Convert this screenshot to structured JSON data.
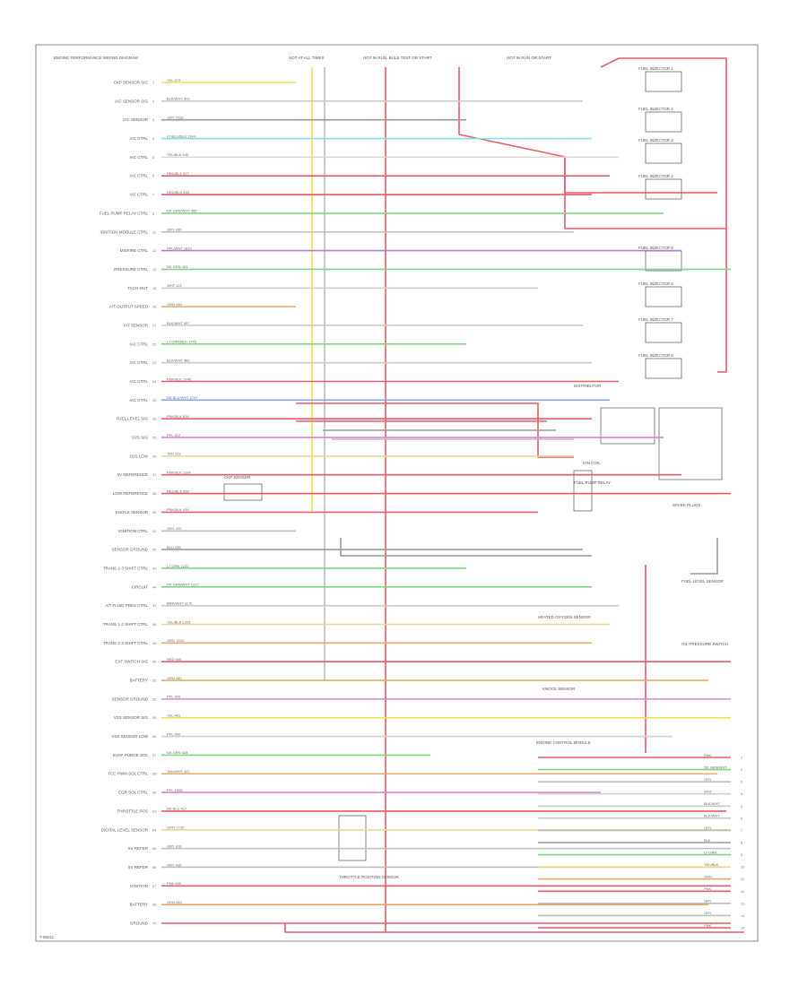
{
  "header_note": "ENGINE PERFORMANCE WIRING DIAGRAM",
  "footer_code": "T-86011",
  "ecm_pins": [
    {
      "pin": "1",
      "label": "CKP SENSOR SIG",
      "wire": "YEL 573",
      "color": "#f2e24a"
    },
    {
      "pin": "2",
      "label": "IAC SENSOR SIG",
      "wire": "BLK/WHT 409",
      "color": "#c9c9c9"
    },
    {
      "pin": "3",
      "label": "IAC SENSOR",
      "wire": "GRY 7220",
      "color": "#9a9a9a"
    },
    {
      "pin": "4",
      "label": "IAC CTRL",
      "wire": "LT BLU/BLU 1144",
      "color": "#7fe0ea"
    },
    {
      "pin": "5",
      "label": "IAC CTRL",
      "wire": "YEL/BLK 443",
      "color": "#d8d8d8"
    },
    {
      "pin": "6",
      "label": "IAC CTRL",
      "wire": "RED/BLK 877",
      "color": "#e85a6a"
    },
    {
      "pin": "7",
      "label": "IAC CTRL",
      "wire": "RED/BLK 443",
      "color": "#e85a6a"
    },
    {
      "pin": "8",
      "label": "FUEL PUMP RELAY CTRL",
      "wire": "DK GRN/WHT 465",
      "color": "#7fd67f"
    },
    {
      "pin": "11",
      "label": "IGNITION MODULE CTRL",
      "wire": "GRY 430",
      "color": "#bdbdbd"
    },
    {
      "pin": "12",
      "label": "MISFIRE CTRL",
      "wire": "PPL/WHT 1810",
      "color": "#b07fd0"
    },
    {
      "pin": "13",
      "label": "PRESSURE CTRL",
      "wire": "DK GRN 424",
      "color": "#7fd67f"
    },
    {
      "pin": "15",
      "label": "TACH OUT",
      "wire": "WHT 121",
      "color": "#cfcfcf"
    },
    {
      "pin": "16",
      "label": "A/T OUTPUT SPEED",
      "wire": "ORN 440",
      "color": "#e8a86a"
    },
    {
      "pin": "21",
      "label": "IAT SENSOR",
      "wire": "BLK/WHT 407",
      "color": "#c9c9c9"
    },
    {
      "pin": "22",
      "label": "IAC CTRL",
      "wire": "LT GRN/BLK 1745",
      "color": "#7fd67f"
    },
    {
      "pin": "23",
      "label": "IAC CTRL",
      "wire": "BLK/WHT 466",
      "color": "#c9c9c9"
    },
    {
      "pin": "24",
      "label": "IAC CTRL",
      "wire": "PNK/BLK 1746",
      "color": "#e85a6a"
    },
    {
      "pin": "25",
      "label": "IAC CTRL",
      "wire": "DK BLU/WHT 1747",
      "color": "#7fa8e8"
    },
    {
      "pin": "28",
      "label": "FUEL LEVEL SIG",
      "wire": "PNK/BLK 639",
      "color": "#e85a6a"
    },
    {
      "pin": "33",
      "label": "O2S SIG",
      "wire": "PPL 412",
      "color": "#e07fe0"
    },
    {
      "pin": "34",
      "label": "O2S LOW",
      "wire": "TAN 413",
      "color": "#e8d890"
    },
    {
      "pin": "37",
      "label": "5V REFERENCE",
      "wire": "PNK/BLK 1164",
      "color": "#e85a6a"
    },
    {
      "pin": "38",
      "label": "LOW REFERENCE",
      "wire": "RED/BLK 452",
      "color": "#e85a6a"
    },
    {
      "pin": "39",
      "label": "KNOCK SENSOR",
      "wire": "PNK/BLK 439",
      "color": "#e85a6a"
    },
    {
      "pin": "41",
      "label": "IGNITION CTRL",
      "wire": "GRY 420",
      "color": "#bdbdbd"
    },
    {
      "pin": "42",
      "label": "SENSOR GROUND",
      "wire": "BLU 435",
      "color": "#9a9a9a"
    },
    {
      "pin": "43",
      "label": "TRANS 2-3 SHIFT CTRL",
      "wire": "LT GRN 1222",
      "color": "#7fd67f"
    },
    {
      "pin": "44",
      "label": "CIRCUIT",
      "wire": "DK GRN/WHT 1227",
      "color": "#7fd67f"
    },
    {
      "pin": "47",
      "label": "A/T FLUID PRES CTRL",
      "wire": "BRN/WHT 1170",
      "color": "#c9c9c9"
    },
    {
      "pin": "48",
      "label": "TRANS 1-2 SHIFT CTRL",
      "wire": "YEL/BLK 1223",
      "color": "#e8d890"
    },
    {
      "pin": "49",
      "label": "TRANS 2-3 SHIFT CTRL",
      "wire": "ORN 1224",
      "color": "#e8a86a"
    },
    {
      "pin": "50",
      "label": "EXT SWITCH SIG",
      "wire": "RED 540",
      "color": "#e85a6a"
    },
    {
      "pin": "51",
      "label": "BATTERY",
      "wire": "ORN 440",
      "color": "#e8a86a"
    },
    {
      "pin": "52",
      "label": "SENSOR GROUND",
      "wire": "PPL 420",
      "color": "#e07fe0"
    },
    {
      "pin": "55",
      "label": "VSS SENSOR SIG",
      "wire": "YEL 401",
      "color": "#f2e24a"
    },
    {
      "pin": "56",
      "label": "VSS SENSOR LOW",
      "wire": "PPL 400",
      "color": "#cfcfcf"
    },
    {
      "pin": "57",
      "label": "EVAP PURGE SOL",
      "wire": "DK GRN 428",
      "color": "#7fd67f"
    },
    {
      "pin": "58",
      "label": "TCC PWM SOL CTRL",
      "wire": "TAN/WHT 422",
      "color": "#e8a86a"
    },
    {
      "pin": "59",
      "label": "EGR SOL CTRL",
      "wire": "PPL 1555",
      "color": "#e07fe0"
    },
    {
      "pin": "63",
      "label": "THROTTLE POS",
      "wire": "DK BLU 417",
      "color": "#e85a6a"
    },
    {
      "pin": "64",
      "label": "DIGITAL LEVEL SENSOR",
      "wire": "GRN 1725",
      "color": "#e8d890"
    },
    {
      "pin": "65",
      "label": "5V REFER",
      "wire": "GRY 416",
      "color": "#bdbdbd"
    },
    {
      "pin": "66",
      "label": "5V REFER",
      "wire": "GRY 416",
      "color": "#bdbdbd"
    },
    {
      "pin": "67",
      "label": "IGNITION",
      "wire": "PNK 439",
      "color": "#e85a6a"
    },
    {
      "pin": "68",
      "label": "BATTERY",
      "wire": "ORN 440",
      "color": "#e8a86a"
    },
    {
      "pin": "70",
      "label": "GROUND",
      "wire": "",
      "color": "#e85a6a"
    }
  ],
  "components": {
    "fuse_block_left": "HOT AT ALL TIMES",
    "fuse_block_mid": "HOT IN RUN, BULB TEST OR START",
    "fuse_block_right": "HOT IN RUN OR START",
    "injectors": [
      "FUEL INJECTOR 1",
      "FUEL INJECTOR 2",
      "FUEL INJECTOR 3",
      "FUEL INJECTOR 4",
      "FUEL INJECTOR 5",
      "FUEL INJECTOR 6",
      "FUEL INJECTOR 7",
      "FUEL INJECTOR 8"
    ],
    "distributor": "DISTRIBUTOR",
    "spark_plugs": "SPARK PLUGS",
    "ign_coil": "IGN COIL",
    "fuel_pump": "FUEL PUMP RELAY",
    "ecm_name": "ENGINE CONTROL MODULE",
    "ckp_sensor": "CKP SENSOR",
    "o2_sensor": "HEATED OXYGEN SENSOR",
    "tps": "THROTTLE POSITION SENSOR",
    "knock": "KNOCK SENSOR",
    "fuel_level": "FUEL LEVEL SENSOR",
    "oil_pressure": "OIL PRESSURE SWITCH"
  },
  "right_terminals": [
    {
      "n": "1",
      "wire": "PNK",
      "color": "#e85a6a"
    },
    {
      "n": "2",
      "wire": "DK GRN/WHT",
      "color": "#7fd67f"
    },
    {
      "n": "3",
      "wire": "GRY",
      "color": "#bdbdbd"
    },
    {
      "n": "4",
      "wire": "WHT",
      "color": "#cfcfcf"
    },
    {
      "n": "5",
      "wire": "BLK/WHT",
      "color": "#c9c9c9"
    },
    {
      "n": "6",
      "wire": "BLK/WHT",
      "color": "#c9c9c9"
    },
    {
      "n": "7",
      "wire": "GRY",
      "color": "#bdbdbd"
    },
    {
      "n": "8",
      "wire": "BLK",
      "color": "#9a9a9a"
    },
    {
      "n": "9",
      "wire": "LT GRN",
      "color": "#7fd67f"
    },
    {
      "n": "10",
      "wire": "YEL/BLK",
      "color": "#e8d890"
    },
    {
      "n": "11",
      "wire": "ORN",
      "color": "#e8a86a"
    },
    {
      "n": "12",
      "wire": "PNK",
      "color": "#e85a6a"
    },
    {
      "n": "13",
      "wire": "GRY",
      "color": "#bdbdbd"
    },
    {
      "n": "14",
      "wire": "GRY",
      "color": "#bdbdbd"
    },
    {
      "n": "15",
      "wire": "PNK",
      "color": "#e85a6a"
    }
  ]
}
